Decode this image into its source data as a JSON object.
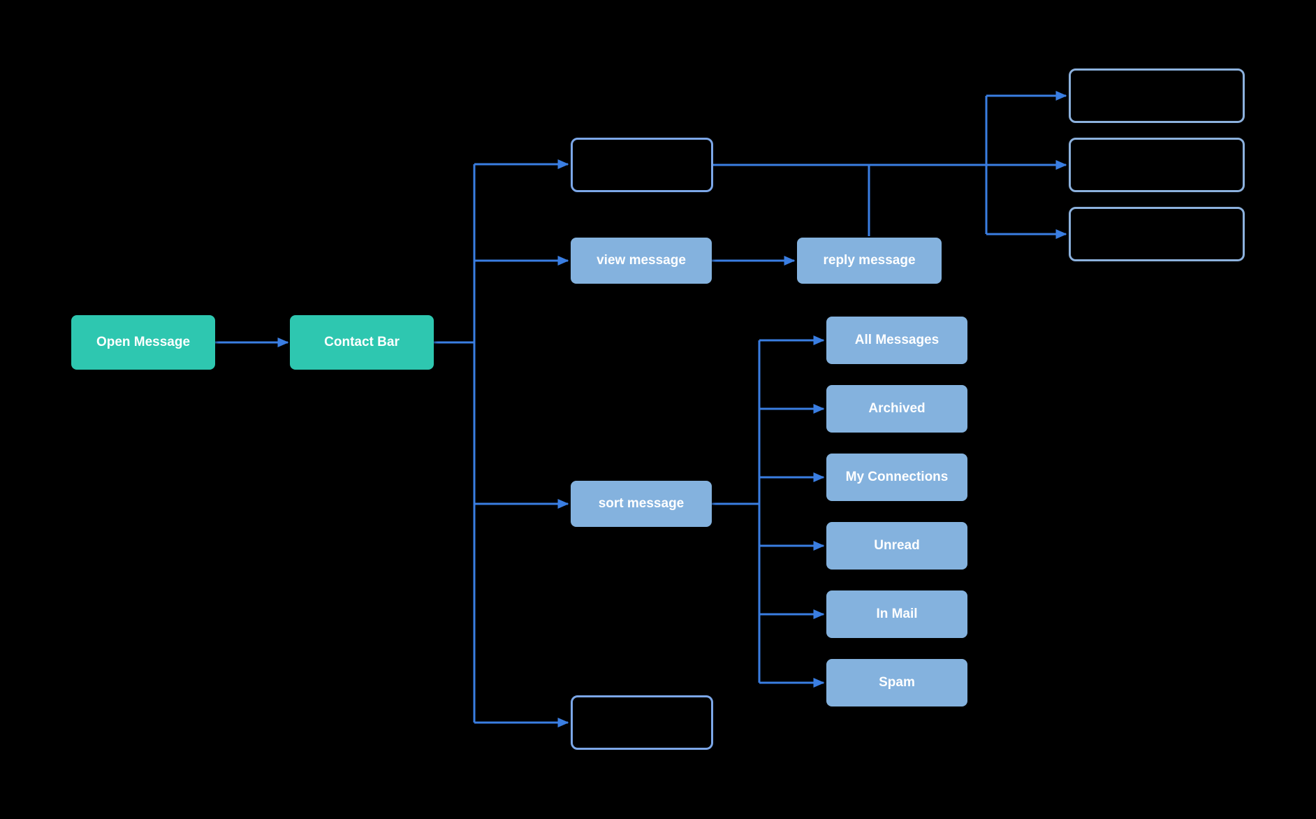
{
  "diagram": {
    "title": "",
    "nodes": {
      "open_message": {
        "label": "Open Message",
        "kind": "start"
      },
      "contact_bar": {
        "label": "Contact Bar",
        "kind": "start"
      },
      "placeholder_top": {
        "label": "",
        "kind": "placeholder"
      },
      "view_message": {
        "label": "view message",
        "kind": "action"
      },
      "reply_message": {
        "label": "reply message",
        "kind": "action"
      },
      "placeholder_right_1": {
        "label": "",
        "kind": "placeholder"
      },
      "placeholder_right_2": {
        "label": "",
        "kind": "placeholder"
      },
      "placeholder_right_3": {
        "label": "",
        "kind": "placeholder"
      },
      "sort_message": {
        "label": "sort message",
        "kind": "action"
      },
      "all_messages": {
        "label": "All Messages",
        "kind": "action"
      },
      "archived": {
        "label": "Archived",
        "kind": "action"
      },
      "my_connections": {
        "label": "My Connections",
        "kind": "action"
      },
      "unread": {
        "label": "Unread",
        "kind": "action"
      },
      "in_mail": {
        "label": "In Mail",
        "kind": "action"
      },
      "spam": {
        "label": "Spam",
        "kind": "action"
      },
      "placeholder_bottom": {
        "label": "",
        "kind": "placeholder"
      }
    },
    "edges": [
      {
        "from": "open_message",
        "to": "contact_bar"
      },
      {
        "from": "contact_bar",
        "to": "placeholder_top"
      },
      {
        "from": "contact_bar",
        "to": "view_message"
      },
      {
        "from": "contact_bar",
        "to": "sort_message"
      },
      {
        "from": "contact_bar",
        "to": "placeholder_bottom"
      },
      {
        "from": "view_message",
        "to": "reply_message"
      },
      {
        "from": "reply_message",
        "to": "placeholder_right_2"
      },
      {
        "from": "placeholder_top",
        "to": "placeholder_right_1"
      },
      {
        "from": "placeholder_top",
        "to": "placeholder_right_2"
      },
      {
        "from": "placeholder_top",
        "to": "placeholder_right_3"
      },
      {
        "from": "sort_message",
        "to": "all_messages"
      },
      {
        "from": "sort_message",
        "to": "archived"
      },
      {
        "from": "sort_message",
        "to": "my_connections"
      },
      {
        "from": "sort_message",
        "to": "unread"
      },
      {
        "from": "sort_message",
        "to": "in_mail"
      },
      {
        "from": "sort_message",
        "to": "spam"
      }
    ],
    "colors": {
      "canvas_bg": "#000000",
      "start_fill": "#2EC7B0",
      "action_fill": "#84B2DE",
      "connector": "#3A7EE2",
      "placeholder_outline": "#7CA7E8",
      "placeholder_outline_light": "#8CB1DD",
      "label_text": "#FFFFFF"
    }
  }
}
